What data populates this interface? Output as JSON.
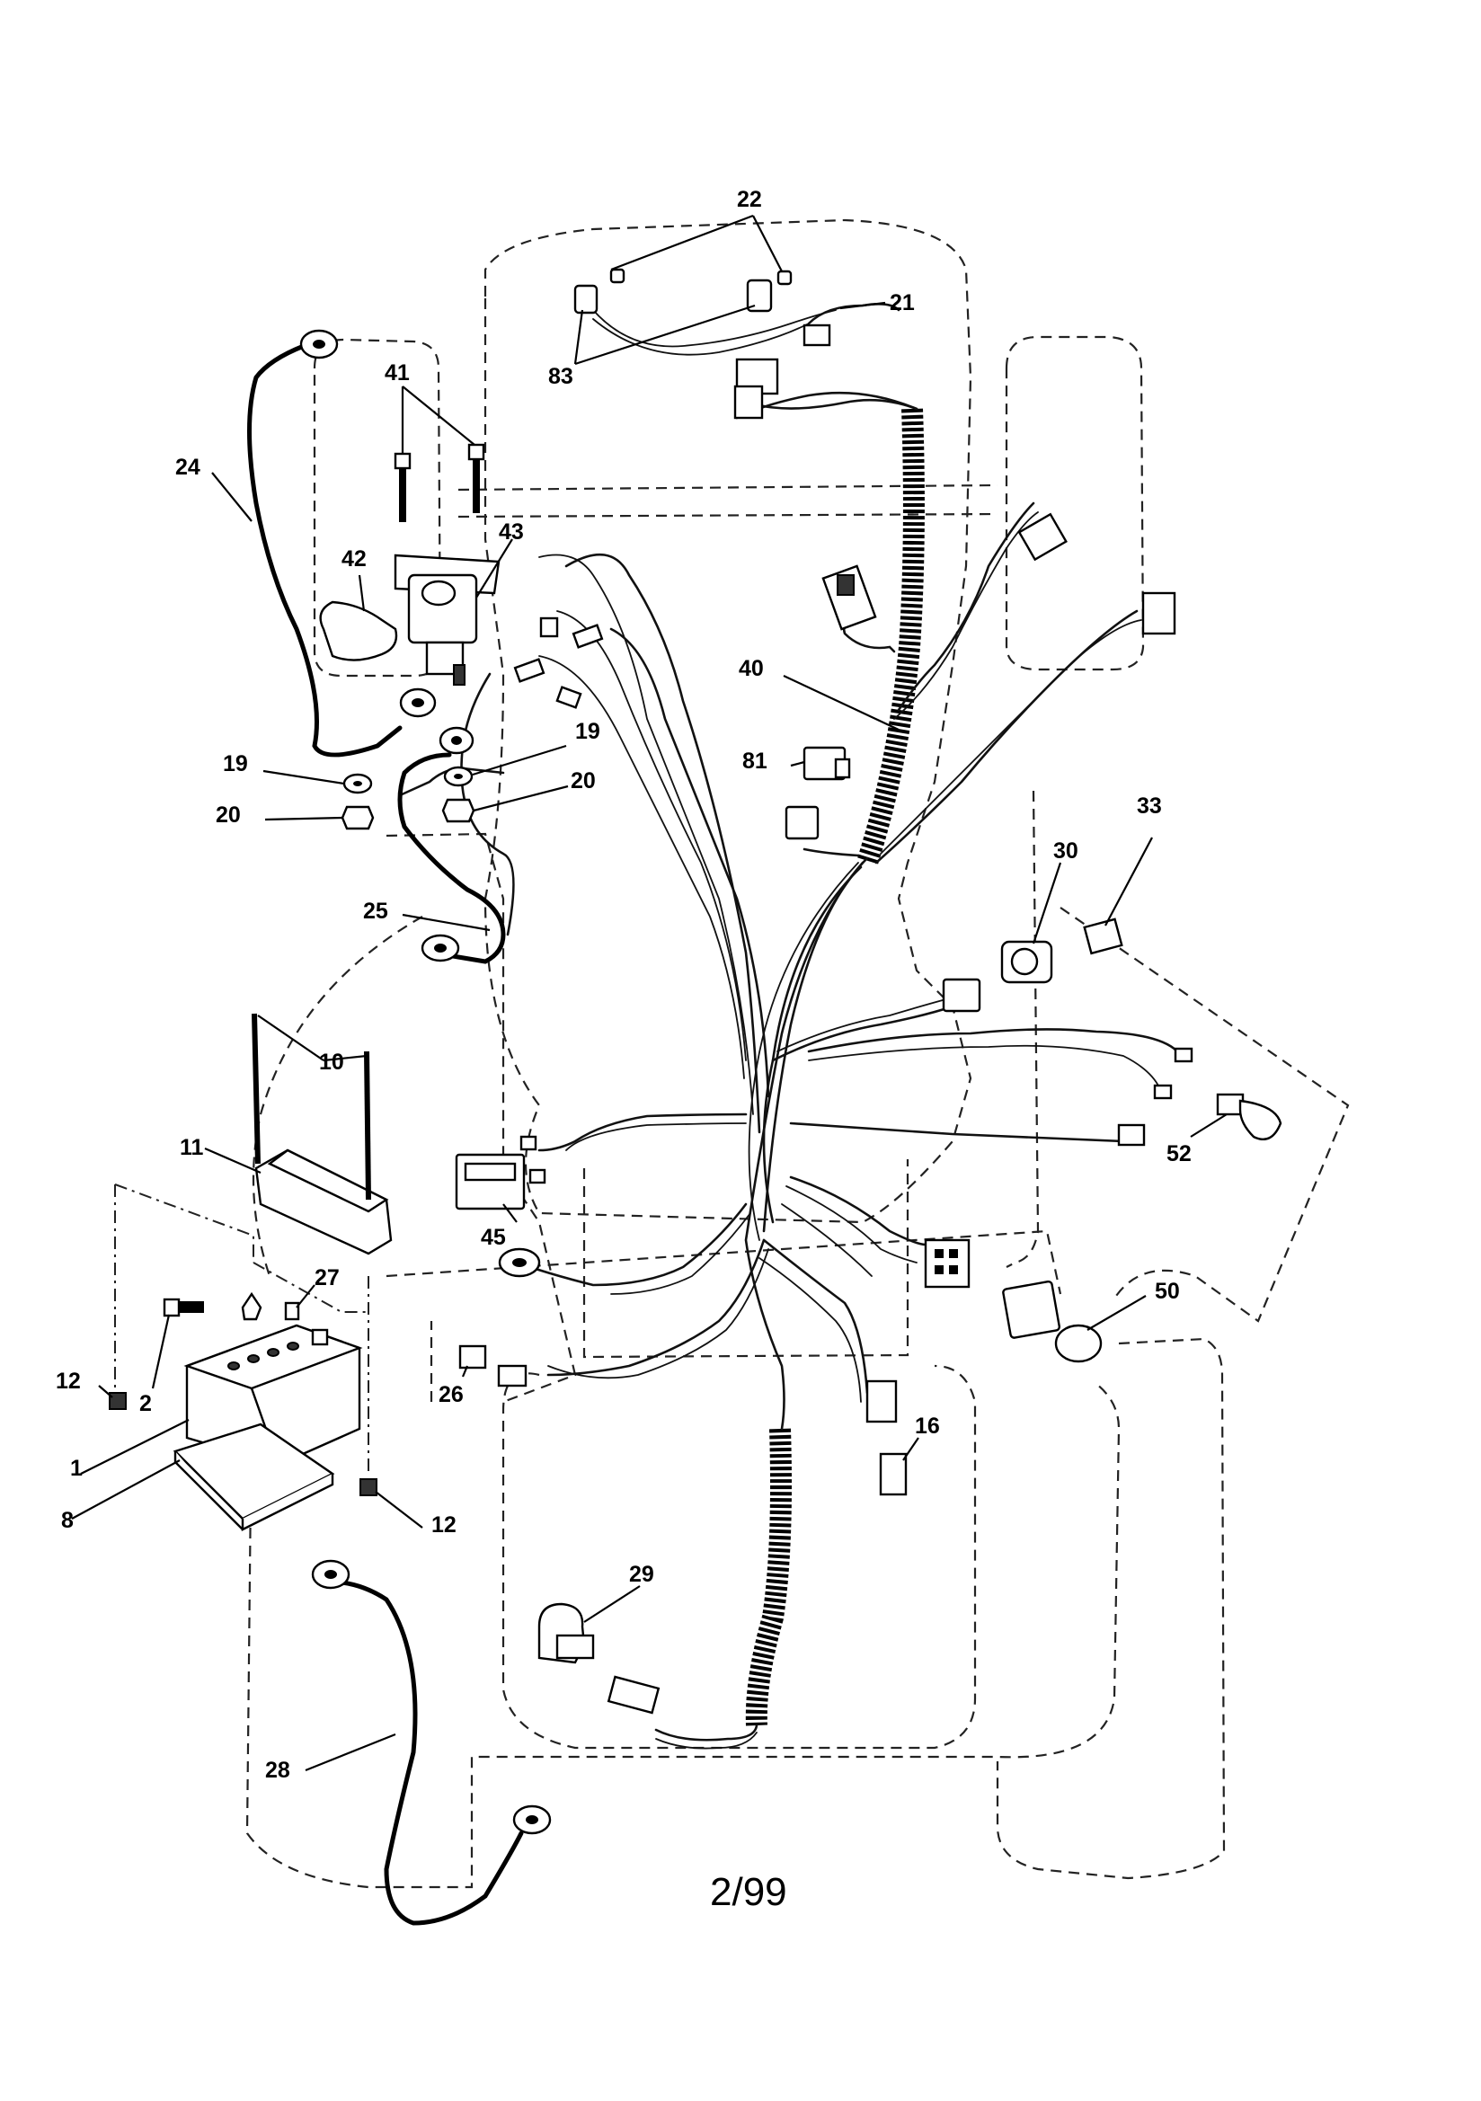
{
  "page_number": "2/99",
  "callouts": [
    {
      "label": "22"
    },
    {
      "label": "21"
    },
    {
      "label": "83"
    },
    {
      "label": "41"
    },
    {
      "label": "24"
    },
    {
      "label": "42"
    },
    {
      "label": "43"
    },
    {
      "label": "40"
    },
    {
      "label": "19"
    },
    {
      "label": "19"
    },
    {
      "label": "81"
    },
    {
      "label": "20"
    },
    {
      "label": "20"
    },
    {
      "label": "33"
    },
    {
      "label": "30"
    },
    {
      "label": "25"
    },
    {
      "label": "10"
    },
    {
      "label": "11"
    },
    {
      "label": "52"
    },
    {
      "label": "45"
    },
    {
      "label": "27"
    },
    {
      "label": "50"
    },
    {
      "label": "12"
    },
    {
      "label": "2"
    },
    {
      "label": "26"
    },
    {
      "label": "16"
    },
    {
      "label": "1"
    },
    {
      "label": "8"
    },
    {
      "label": "12"
    },
    {
      "label": "29"
    },
    {
      "label": "28"
    }
  ]
}
